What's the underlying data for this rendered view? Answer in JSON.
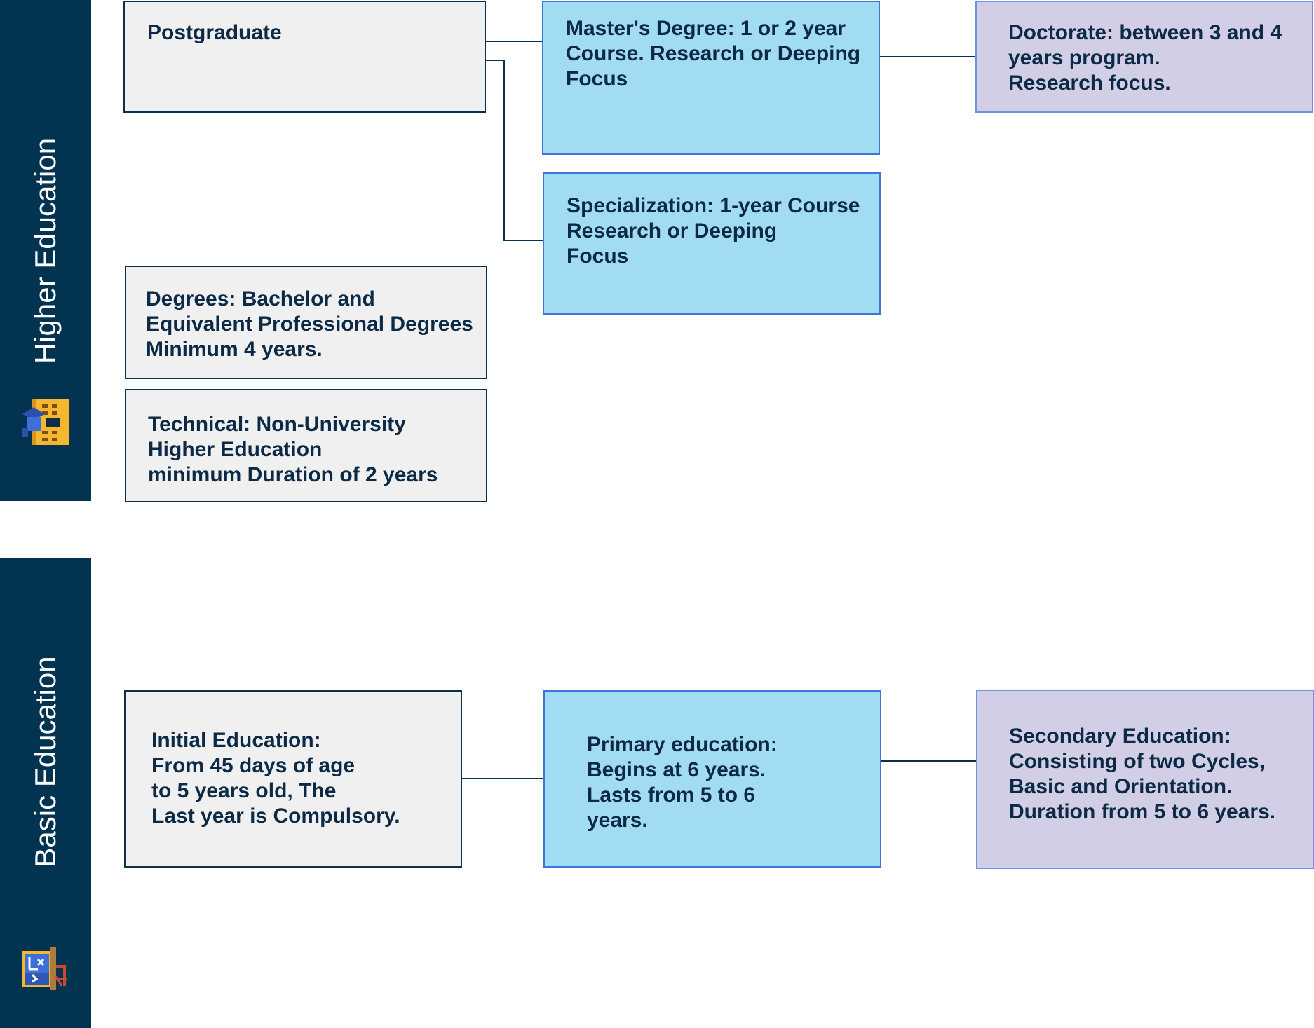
{
  "bands": {
    "higher": {
      "title": "Higher Education",
      "icon": "university-building-icon"
    },
    "basic": {
      "title": "Basic Education",
      "icon": "school-chalkboard-icon"
    }
  },
  "higher": {
    "postgraduate": {
      "lines": [
        "Postgraduate"
      ]
    },
    "masters": {
      "lines": [
        "Master's Degree: 1 or 2 year",
        "Course. Research or Deeping",
        "Focus"
      ]
    },
    "doctorate": {
      "lines": [
        "Doctorate: between 3 and 4",
        "years program.",
        "Research focus."
      ]
    },
    "specialization": {
      "lines": [
        "Specialization: 1-year Course",
        "Research or Deeping",
        "Focus"
      ]
    },
    "degrees": {
      "lines": [
        "Degrees: Bachelor and",
        "Equivalent Professional Degrees",
        "Minimum 4 years."
      ]
    },
    "technical": {
      "lines": [
        "Technical: Non-University",
        "Higher Education",
        "minimum Duration of 2 years"
      ]
    }
  },
  "basic": {
    "initial": {
      "lines": [
        "Initial Education:",
        "From 45 days of age",
        "to 5 years old, The",
        "Last year is Compulsory."
      ]
    },
    "primary": {
      "lines": [
        "Primary education:",
        "Begins at 6 years.",
        "Lasts from 5 to 6",
        "years."
      ]
    },
    "secondary": {
      "lines": [
        "Secondary Education:",
        "Consisting of two Cycles,",
        "Basic and Orientation.",
        "Duration from 5 to 6 years."
      ]
    }
  },
  "colors": {
    "band": "#023350",
    "gray_box": "#f0f0f0",
    "blue_box": "#a2dcf2",
    "lavender_box": "#d2cee6",
    "text": "#0c2a45",
    "connector": "#0c2f4c"
  }
}
